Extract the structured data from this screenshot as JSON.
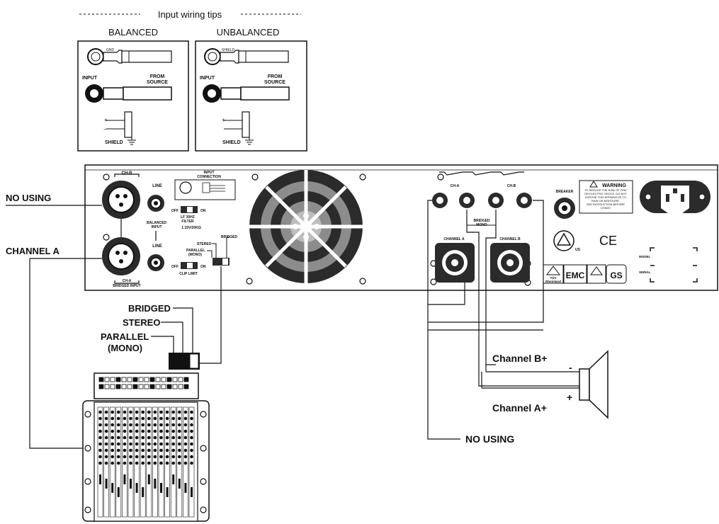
{
  "tips": {
    "title": "Input wiring tips",
    "balanced": {
      "heading": "BALANCED",
      "input": "INPUT",
      "from": "FROM",
      "source": "SOURCE",
      "gnd": "GND",
      "shield": "SHIELD"
    },
    "unbalanced": {
      "heading": "UNBALANCED",
      "input": "INPUT",
      "from": "FROM",
      "source": "SOURCE",
      "shield_mini": "SHIELD",
      "shield": "SHIELD"
    }
  },
  "panel": {
    "ch_b": "CH-B",
    "ch_a_bridged_1": "CH-A",
    "ch_a_bridged_2": "BRIDGED INPUT",
    "line_top": "LINE",
    "line_bottom": "LINE",
    "balanced_input_1": "BALANCED",
    "balanced_input_2": "INPUT",
    "input_connection_1": "INPUT",
    "input_connection_2": "CONNECTION",
    "lf_filter_1": "LF 30HZ",
    "lf_filter_2": "FILTER",
    "sensitivity": "1.15V/20KΩ",
    "off_1": "OFF",
    "on_1": "ON",
    "off_2": "OFF",
    "on_2": "ON",
    "clip_limit": "CLIP LIMIT",
    "mode_bridged": "BRIDGED",
    "mode_stereo": "STEREO",
    "mode_parallel_1": "PARALLEL",
    "mode_parallel_2": "(MONO)",
    "out_cha": "CH-A",
    "out_chb": "CH-B",
    "bridged_mono_1": "BRIDGED",
    "bridged_mono_2": "MONO",
    "channel_a": "CHANNEL A",
    "channel_b": "CHANNEL B",
    "breaker": "BREAKER",
    "warning_title": "WARNING",
    "warning_lines": [
      "TO REDUCE THE RISK OF FIRE",
      "OR ELECTRIC SHOCK, DO NOT",
      "EXPOSE THIS APPARATUS TO",
      "RAIN OR MOISTURE.",
      "SEE INSTRUCTION BEFORE",
      "USING!"
    ],
    "ce_mark": "CE",
    "us_mark": "US",
    "tuv_1": "TÜV",
    "tuv_2": "Rheinland",
    "emc": "EMC",
    "gs": "GS",
    "model": "MODEL",
    "serial": "SERIAL"
  },
  "callouts": {
    "no_using_top": "NO USING",
    "channel_a_left": "CHANNEL A",
    "bridged": "BRIDGED",
    "stereo": "STEREO",
    "parallel_1": "PARALLEL",
    "parallel_2": "(MONO)",
    "channel_b_plus": "Channel B+",
    "channel_a_plus": "Channel A+",
    "minus": "-",
    "plus": "+",
    "no_using_bottom": "NO USING"
  },
  "colors": {
    "ink": "#111111",
    "panel_fill": "#ffffff",
    "dark": "#2b2b2b",
    "fan_grey": "#8c8c8c"
  }
}
